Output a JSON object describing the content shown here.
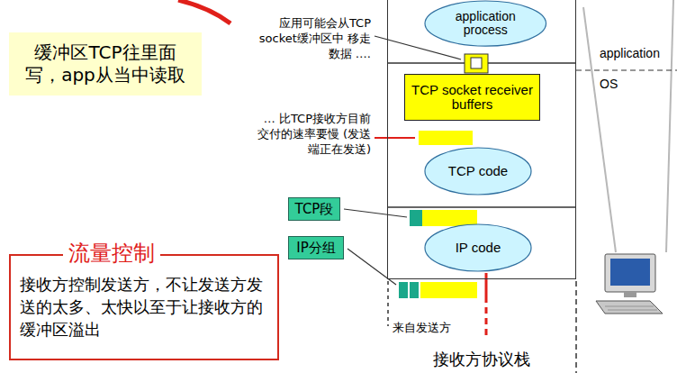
{
  "diagram": {
    "nodes": [
      {
        "text": [
          "缓冲区TCP往里面写，app从当中读取"
        ]
      },
      {
        "text": [
          "接收方协议栈"
        ]
      },
      {
        "text": [
          "application process"
        ],
        "in": 1
      },
      {
        "text": [
          "TCP socket receiver buffers"
        ],
        "in": 1
      },
      {
        "text": [
          "TCP code"
        ],
        "in": 1
      },
      {
        "text": [
          "IP code"
        ],
        "in": 1
      },
      {
        "text": [
          "TCP段"
        ]
      },
      {
        "text": [
          "IP分组"
        ]
      },
      {
        "text": [
          "流量控制",
          "接收方控制发送方，不让发送方发送的太多、太快以至于让接收方的缓冲区溢出"
        ]
      }
    ],
    "edges": [
      {
        "from": 5,
        "to": 4,
        "arrow": "to"
      },
      {
        "from": 4,
        "to": 3,
        "arrow": "to"
      },
      {
        "from": 3,
        "to": 2,
        "arrow": "to"
      }
    ],
    "labels": [
      "应用可能会从TCP socket缓冲区中 移走数据 ….",
      "… 比TCP接收方目前 交付的速率要慢 (发送端正在发送)",
      "application",
      "OS",
      "来自发送方"
    ]
  }
}
